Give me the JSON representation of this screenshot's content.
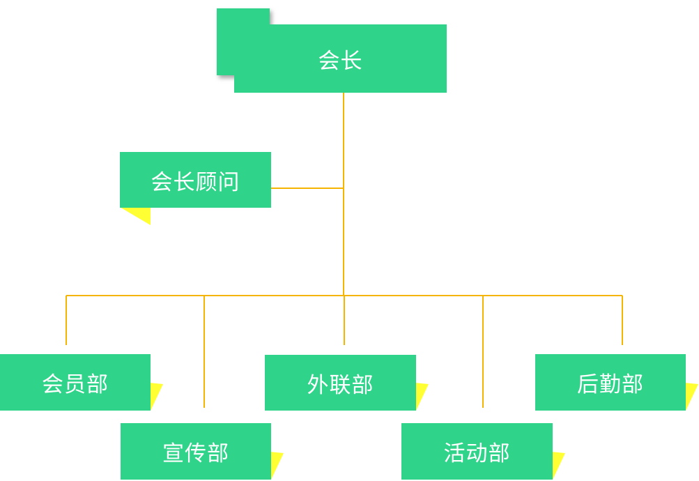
{
  "colors": {
    "box_fill": "#2fd389",
    "box_text": "#ffffff",
    "connector": "#f5b400",
    "fold": "#ffff33"
  },
  "org": {
    "president": "会长",
    "advisor": "会长顾问",
    "departments": {
      "membership": "会员部",
      "publicity": "宣传部",
      "external_relations": "外联部",
      "activities": "活动部",
      "logistics": "后勤部"
    }
  }
}
